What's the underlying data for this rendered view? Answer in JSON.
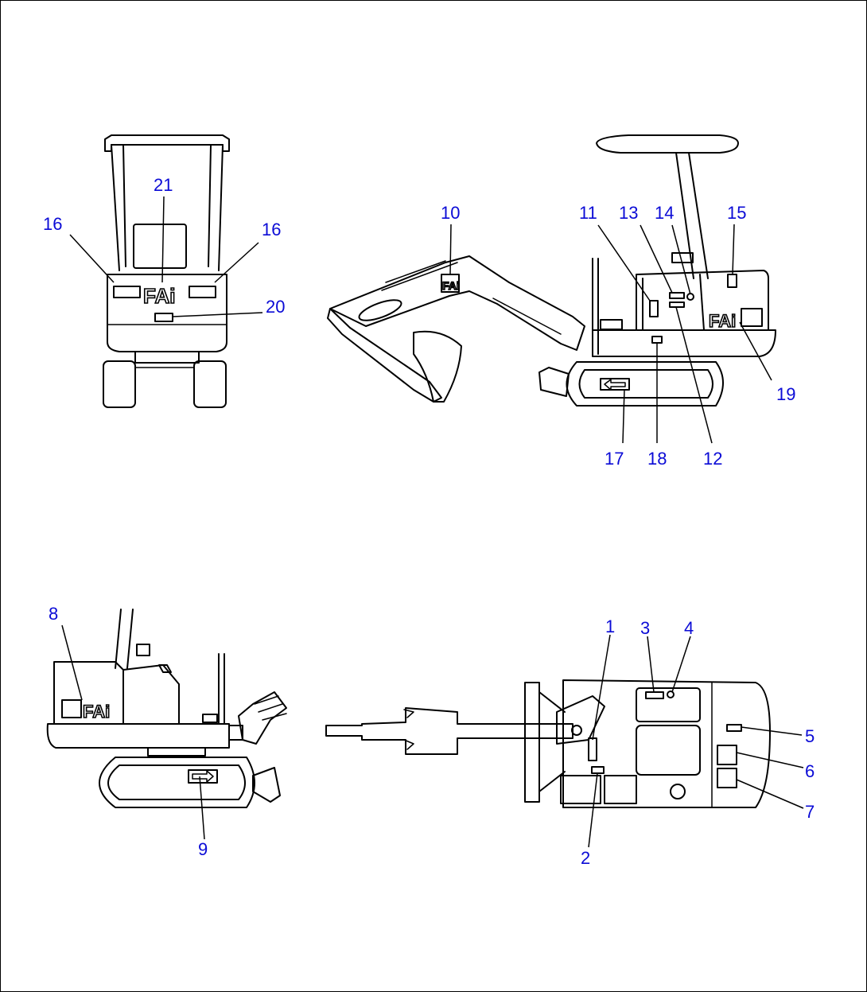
{
  "diagram": {
    "logo_text": "FAi",
    "callout_color": "#0b0bd6",
    "views": {
      "rear_view": {
        "callouts": [
          "16",
          "21",
          "16",
          "20"
        ]
      },
      "left_side_view": {
        "callouts": [
          "10",
          "11",
          "13",
          "14",
          "15",
          "19",
          "17",
          "18",
          "12"
        ]
      },
      "right_side_view": {
        "callouts": [
          "8",
          "9"
        ]
      },
      "top_view": {
        "callouts": [
          "1",
          "3",
          "4",
          "5",
          "6",
          "7",
          "2"
        ]
      }
    }
  }
}
